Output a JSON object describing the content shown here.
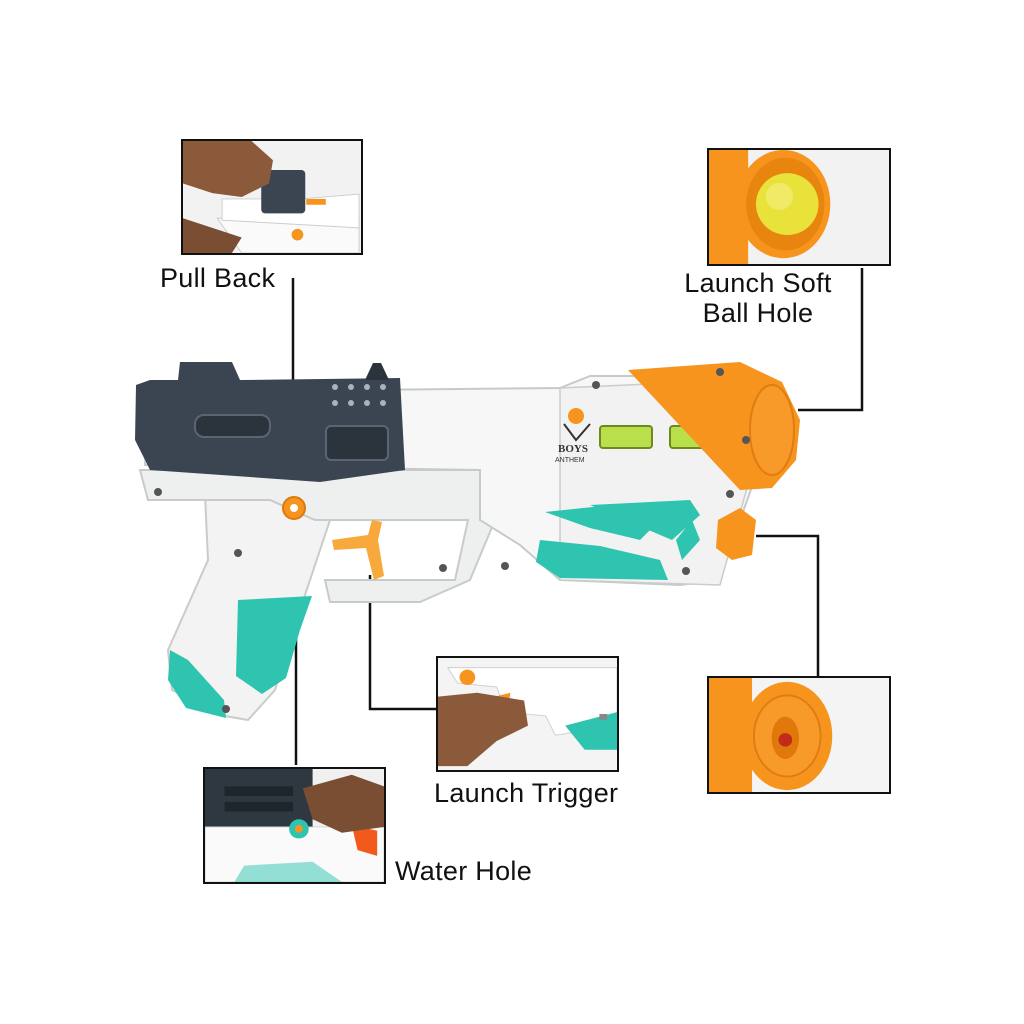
{
  "callouts": {
    "pull_back": "Pull Back",
    "launch_soft_ball_hole": [
      "Launch Soft",
      "Ball Hole"
    ],
    "launch_trigger": "Launch Trigger",
    "water_hole": "Water Hole"
  },
  "brand_logo_text": [
    "BOYS",
    "ANTHEM"
  ],
  "icons": {
    "main": "toy-blaster-gun-image",
    "pull_back": "hand-pulling-slide-photo",
    "ball_hole": "soft-ball-in-muzzle-photo",
    "trigger": "finger-on-trigger-photo",
    "water": "water-hole-fill-photo",
    "water_nozzle": "water-nozzle-photo"
  },
  "colors": {
    "body": "#f4f5f4",
    "dark_slide": "#3b4552",
    "orange": "#f7941d",
    "teal": "#2ec4b0",
    "green_level": "#b9e04a",
    "ball_yellow": "#e9e23a",
    "outline": "#111111"
  }
}
